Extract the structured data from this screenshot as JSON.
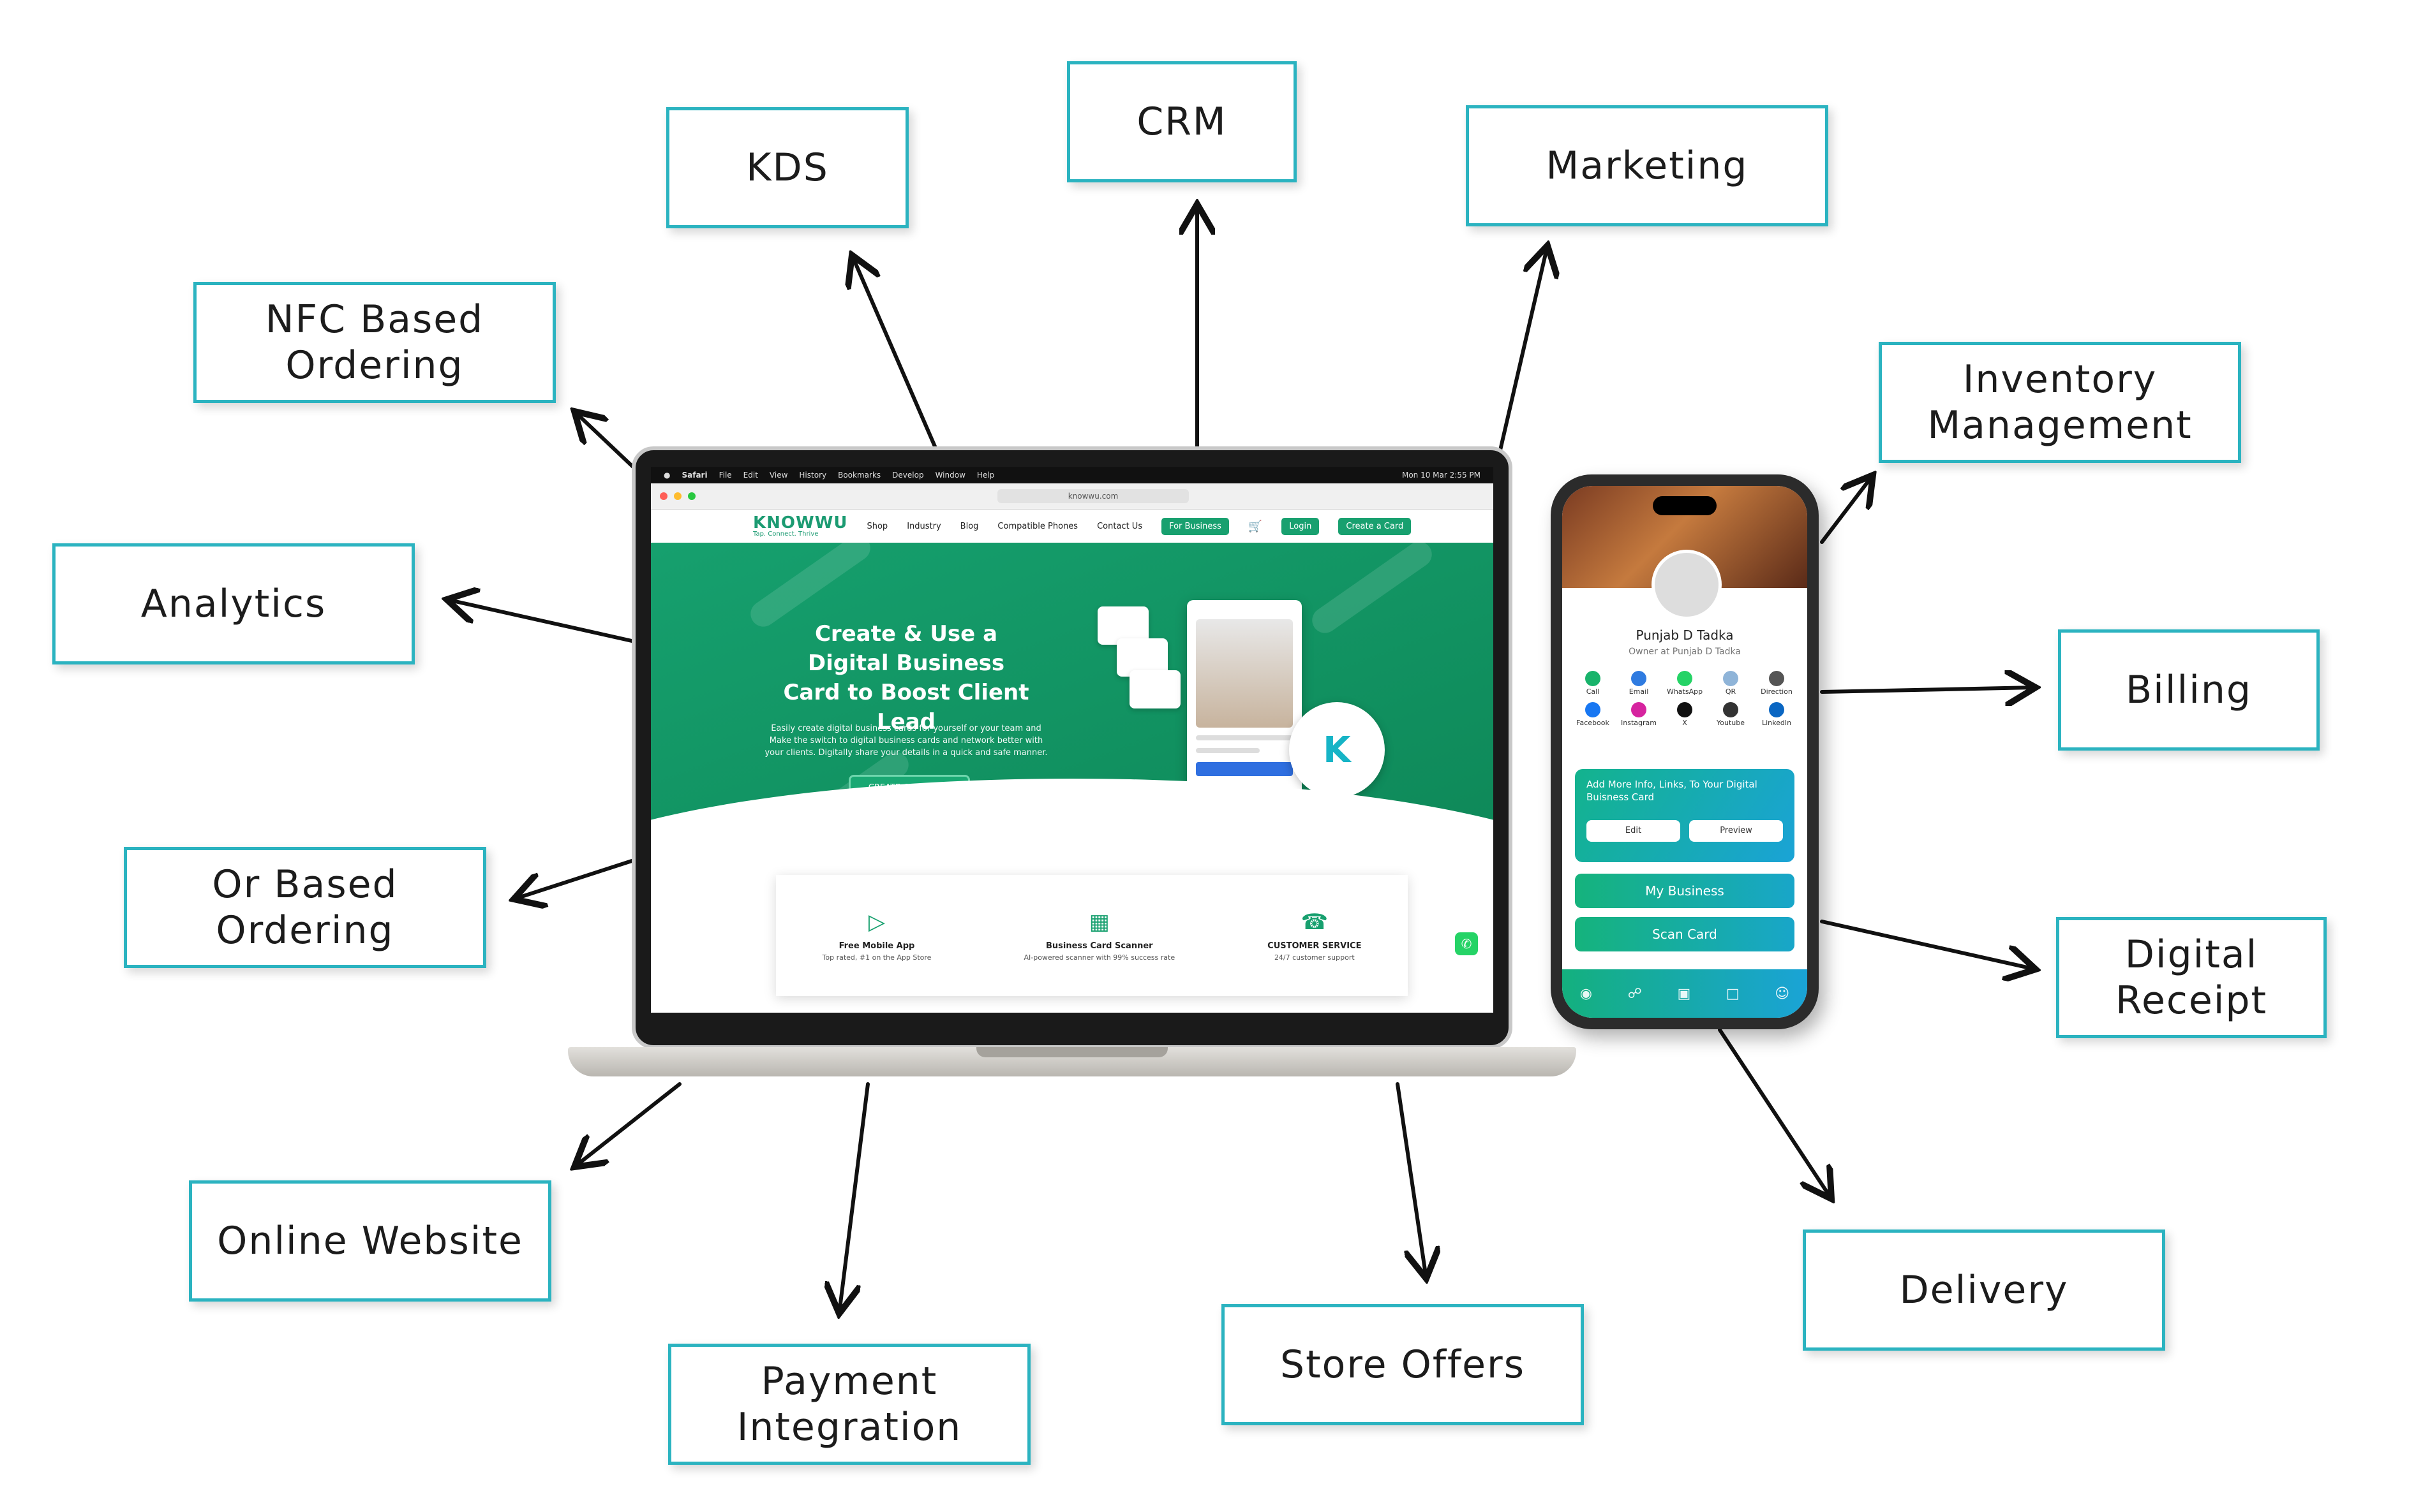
{
  "features": [
    {
      "id": "kds",
      "label": "KDS"
    },
    {
      "id": "crm",
      "label": "CRM"
    },
    {
      "id": "marketing",
      "label": "Marketing"
    },
    {
      "id": "nfc-ordering",
      "label": "NFC Based\nOrdering"
    },
    {
      "id": "inventory",
      "label": "Inventory\nManagement"
    },
    {
      "id": "analytics",
      "label": "Analytics"
    },
    {
      "id": "billing",
      "label": "Billing"
    },
    {
      "id": "qr-ordering",
      "label": "Or Based\nOrdering"
    },
    {
      "id": "digital-receipt",
      "label": "Digital\nReceipt"
    },
    {
      "id": "online-website",
      "label": "Online Website"
    },
    {
      "id": "delivery",
      "label": "Delivery"
    },
    {
      "id": "store-offers",
      "label": "Store Offers"
    },
    {
      "id": "payment",
      "label": "Payment\nIntegration"
    }
  ],
  "laptop": {
    "menubar": {
      "app": "Safari",
      "items": [
        "File",
        "Edit",
        "View",
        "History",
        "Bookmarks",
        "Develop",
        "Window",
        "Help"
      ],
      "clock": "Mon 10 Mar 2:55 PM"
    },
    "url": "knowwu.com",
    "logo": {
      "name": "KNOWWU",
      "tagline": "Tap. Connect. Thrive"
    },
    "nav": [
      "Shop",
      "Industry",
      "Blog",
      "Compatible Phones",
      "Contact Us"
    ],
    "nav_buttons": {
      "business": "For Business",
      "login": "Login",
      "create": "Create a Card"
    },
    "hero": {
      "title": "Create & Use a Digital Business Card to Boost Client Lead",
      "desc": "Easily create digital business cards for yourself or your team and Make the switch to digital business cards and network better with your clients. Digitally share your details in a quick and safe manner.",
      "cta": "CREATE CARD NOW"
    },
    "strip": [
      {
        "title": "Free Mobile App",
        "sub": "Top rated, #1 on the App Store",
        "icon": "play-icon"
      },
      {
        "title": "Business Card Scanner",
        "sub": "AI-powered scanner with 99% success rate",
        "icon": "qr-icon"
      },
      {
        "title": "CUSTOMER SERVICE",
        "sub": "24/7 customer support",
        "icon": "headset-icon"
      }
    ]
  },
  "phone": {
    "name": "Punjab D Tadka",
    "role": "Owner at Punjab D Tadka",
    "icons": [
      {
        "label": "Call",
        "color": "#19b36b"
      },
      {
        "label": "Email",
        "color": "#2f7be0"
      },
      {
        "label": "WhatsApp",
        "color": "#25d366"
      },
      {
        "label": "QR",
        "color": "#8fb4d8"
      },
      {
        "label": "Direction",
        "color": "#555555"
      },
      {
        "label": "Facebook",
        "color": "#1877f2"
      },
      {
        "label": "Instagram",
        "color": "#d6249f"
      },
      {
        "label": "X",
        "color": "#111111"
      },
      {
        "label": "Youtube",
        "color": "#333333"
      },
      {
        "label": "LinkedIn",
        "color": "#0a66c2"
      }
    ],
    "info_text": "Add More Info, Links, To Your Digital Buisness Card",
    "edit": "Edit",
    "preview": "Preview",
    "my_business": "My Business",
    "scan_card": "Scan Card"
  },
  "colors": {
    "box_border": "#2bb3c0",
    "brand_green": "#18a06f",
    "arrow": "#111111"
  }
}
